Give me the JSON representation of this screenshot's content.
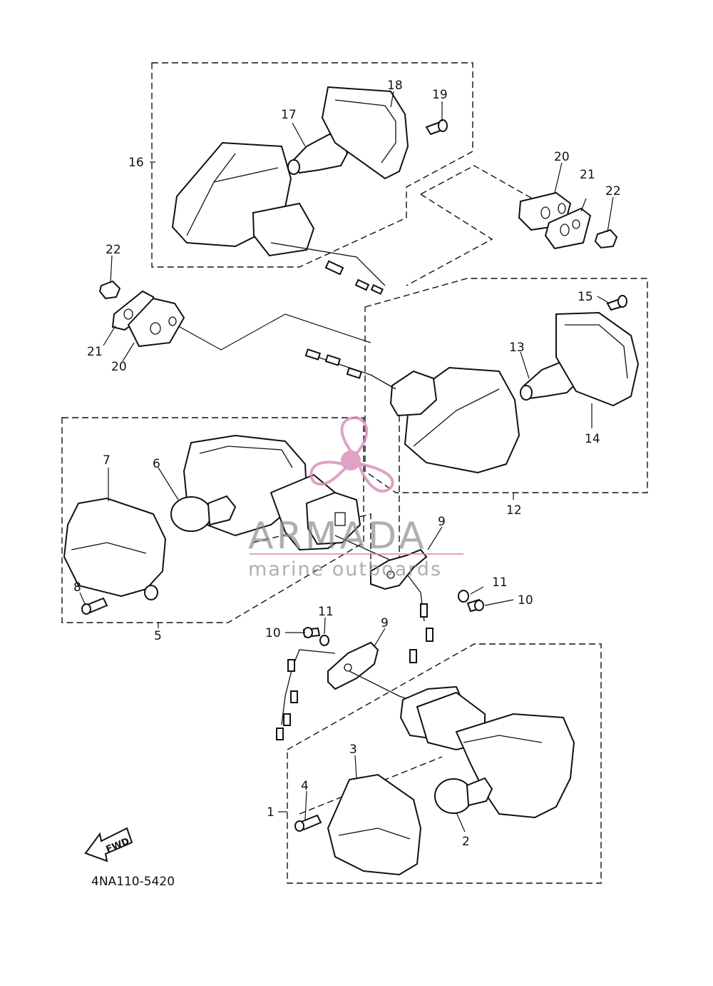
{
  "diagram_code": "4NA110-5420",
  "fwd_label": "FWD",
  "watermark": {
    "title": "ARMADA",
    "subtitle": "marine outboards",
    "accent_color": "#d88bb6"
  },
  "callouts": {
    "c1": "1",
    "c2": "2",
    "c3": "3",
    "c4": "4",
    "c5": "5",
    "c6": "6",
    "c7": "7",
    "c8": "8",
    "c9a": "9",
    "c9b": "9",
    "c10a": "10",
    "c10b": "10",
    "c11a": "11",
    "c11b": "11",
    "c12": "12",
    "c13": "13",
    "c14": "14",
    "c15": "15",
    "c16": "16",
    "c17": "17",
    "c18": "18",
    "c19": "19",
    "c20a": "20",
    "c20b": "20",
    "c21a": "21",
    "c21b": "21",
    "c22a": "22",
    "c22b": "22"
  }
}
